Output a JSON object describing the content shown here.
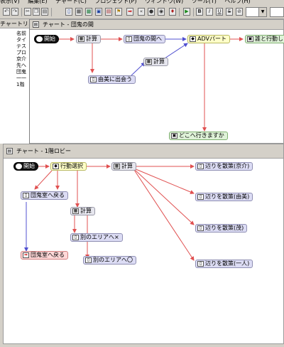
{
  "menu": [
    "表示(V)",
    "編集(E)",
    "チャート(C)",
    "プロジェクト(P)",
    "ウィンドウ(W)",
    "ツール(T)",
    "ヘルプ(H)"
  ],
  "toolbar": {
    "buttons": [
      "undo",
      "redo",
      "cut",
      "copy",
      "paste",
      "book",
      "calc",
      "chart",
      "image",
      "select",
      "arrow",
      "back",
      "forward",
      "stop",
      "record",
      "play",
      "bold",
      "italic",
      "underline",
      "strikethrough",
      "no-format"
    ],
    "combo_value": ""
  },
  "left_panel": {
    "title": "チャートリスト",
    "items": [
      "名前",
      "タイ",
      "テス",
      "プロ",
      "京介",
      "先へ",
      "団鬼",
      "一一",
      "1階"
    ]
  },
  "window1": {
    "title": "チャート - 団鬼の間",
    "nodes": {
      "start": "開始",
      "calc1": "計算",
      "goto_room": "団鬼の間へ",
      "adv_part": "ADVパート",
      "action": "誰と行動しま",
      "meet_yumi": "由美に出会う",
      "calc2": "計算",
      "where": "どこへ行きますか"
    }
  },
  "window2": {
    "title": "チャート - 1階ロビー",
    "nodes": {
      "start": "開始",
      "select": "行動選択",
      "calc1": "計算",
      "walk_kyosuke": "辺りを散策(京介)",
      "walk_yumi": "辺りを散策(由美)",
      "walk_shigeru": "辺りを散策(茂)",
      "walk_alone": "辺りを散策(一人)",
      "back_room1": "団鬼室へ戻る",
      "calc2": "計算",
      "other_area_x": "別のエリアへ×",
      "other_area_o": "別のエリアへ〇",
      "back_room2": "団鬼室へ戻る"
    }
  },
  "colors": {
    "arrow_red": "#e05050",
    "arrow_blue": "#5050d0",
    "node_lavender": "#dcdcf4",
    "node_yellow": "#ffffc8",
    "node_green": "#dff2d8",
    "node_red": "#ffd8d8"
  }
}
